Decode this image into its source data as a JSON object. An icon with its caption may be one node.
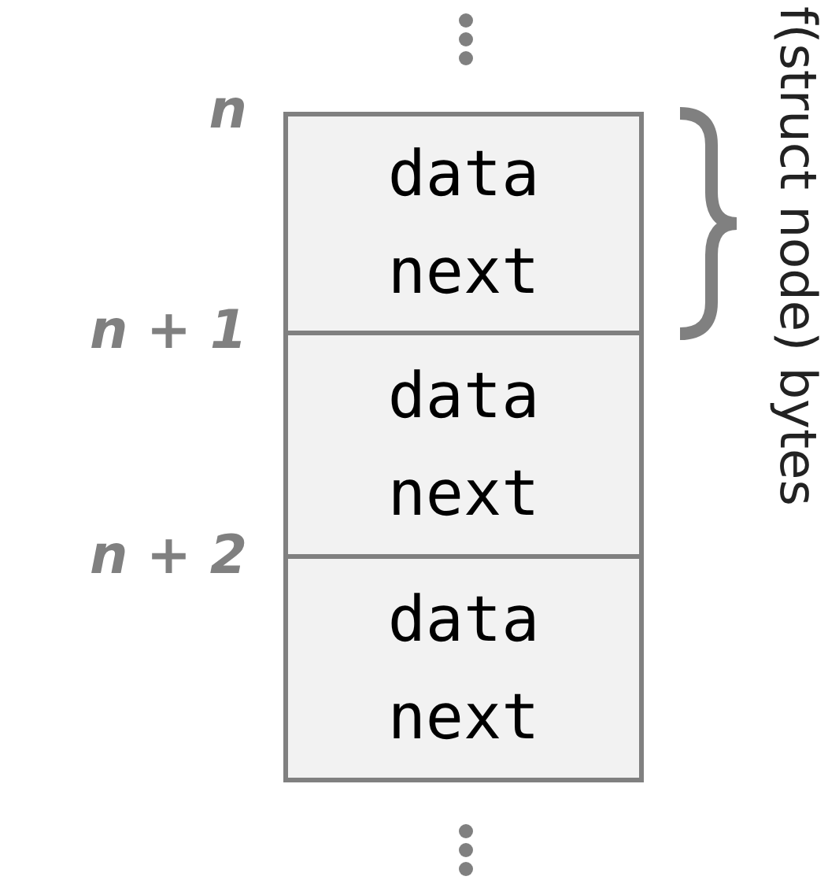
{
  "diagram": {
    "nodes": [
      {
        "text": [
          "data",
          "next"
        ]
      },
      {
        "text": [
          "data",
          "next"
        ]
      },
      {
        "text": [
          "data",
          "next"
        ]
      }
    ],
    "edges": [],
    "labels": [
      "n",
      "n + 1",
      "n + 2",
      "f(struct node) bytes"
    ]
  }
}
